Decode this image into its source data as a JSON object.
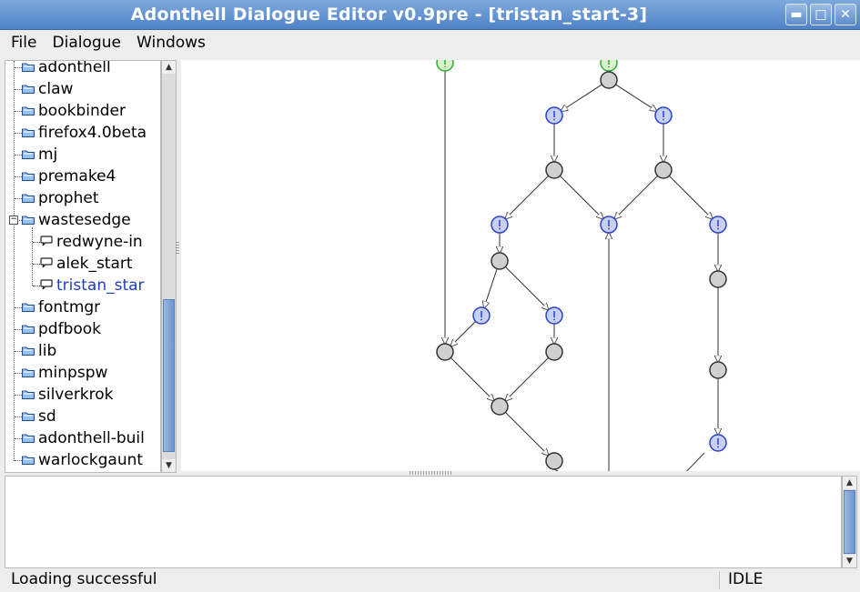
{
  "window": {
    "title": "Adonthell Dialogue Editor v0.9pre - [tristan_start-3]",
    "buttons": [
      "minimize",
      "maximize",
      "close"
    ]
  },
  "menubar": {
    "items": [
      "File",
      "Dialogue",
      "Windows"
    ]
  },
  "tree": {
    "items": [
      {
        "label": "adonthell",
        "type": "folder"
      },
      {
        "label": "claw",
        "type": "folder"
      },
      {
        "label": "bookbinder",
        "type": "folder"
      },
      {
        "label": "firefox4.0beta",
        "type": "folder"
      },
      {
        "label": "mj",
        "type": "folder"
      },
      {
        "label": "premake4",
        "type": "folder"
      },
      {
        "label": "prophet",
        "type": "folder"
      },
      {
        "label": "wastesedge",
        "type": "folder",
        "expanded": true
      },
      {
        "label": "redwyne-in",
        "type": "dialogue"
      },
      {
        "label": "alek_start",
        "type": "dialogue"
      },
      {
        "label": "tristan_star",
        "type": "dialogue",
        "selected": true
      },
      {
        "label": "fontmgr",
        "type": "folder"
      },
      {
        "label": "pdfbook",
        "type": "folder"
      },
      {
        "label": "lib",
        "type": "folder"
      },
      {
        "label": "minpspw",
        "type": "folder"
      },
      {
        "label": "silverkrok",
        "type": "folder"
      },
      {
        "label": "sd",
        "type": "folder"
      },
      {
        "label": "adonthell-buil",
        "type": "folder"
      },
      {
        "label": "warlockgaunt",
        "type": "folder"
      }
    ]
  },
  "graph": {
    "colors": {
      "player": "#c8d0f0",
      "player_stroke": "#2b3fd0",
      "npc": "#d0d0d0",
      "npc_stroke": "#333333",
      "start": "#d8f0d0",
      "start_stroke": "#2fae2f"
    }
  },
  "status": {
    "message": "Loading successful",
    "state": "IDLE"
  }
}
